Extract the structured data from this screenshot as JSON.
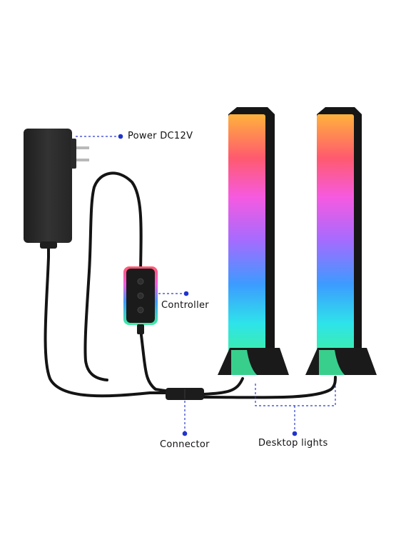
{
  "labels": {
    "power": "Power DC12V",
    "controller": "Controller",
    "connector": "Connector",
    "desktop_lights": "Desktop lights"
  },
  "colors": {
    "callout_line": "#2a3bd0",
    "cable": "#141414",
    "device_body": "#232323",
    "gradient": [
      "#ffb23c",
      "#ff5a6e",
      "#f65ae0",
      "#a56bff",
      "#3c9bff",
      "#2ee3ea",
      "#3ef0a2"
    ]
  }
}
